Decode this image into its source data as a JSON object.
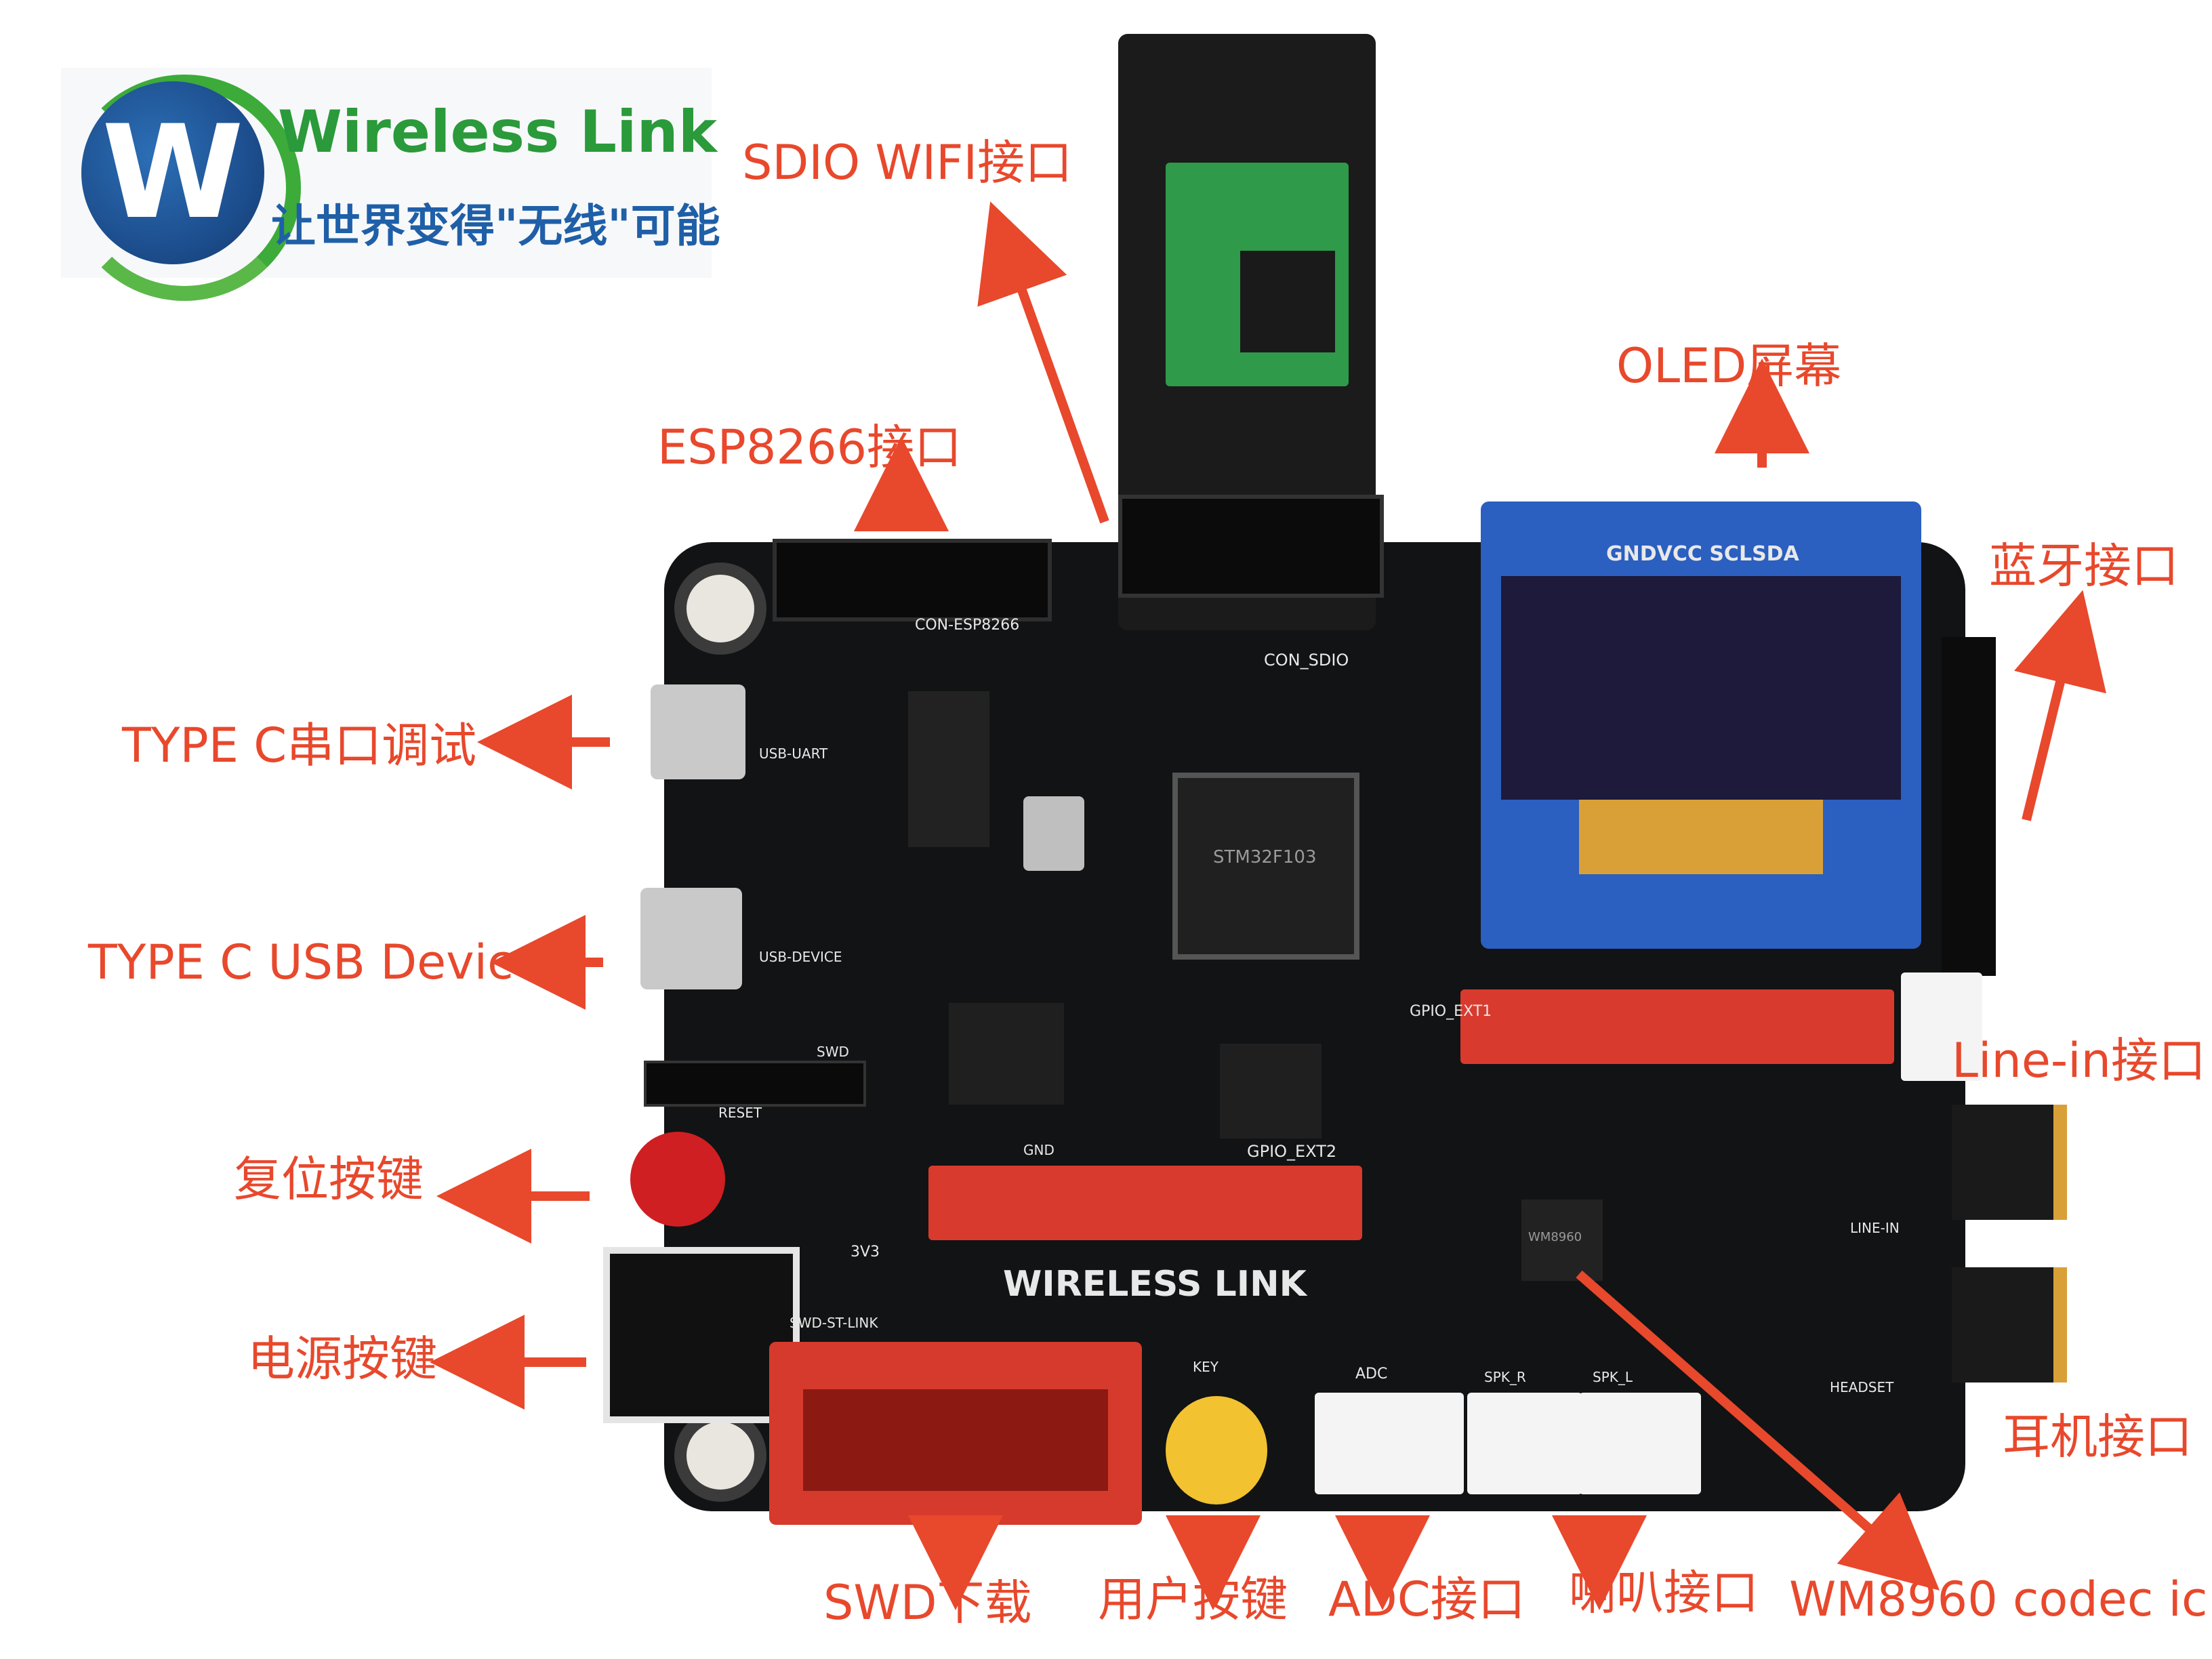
{
  "logo": {
    "brand": "Wireless Link",
    "slogan": "让世界变得\"无线\"可能",
    "icon": "w-circle-logo-icon"
  },
  "callouts": {
    "sdio_wifi": "SDIO WIFI接口",
    "esp8266": "ESP8266接口",
    "oled": "OLED屏幕",
    "bluetooth": "蓝牙接口",
    "typec_uart": "TYPE C串口调试",
    "typec_usb": "TYPE C USB Device",
    "line_in": "Line-in接口",
    "reset_key": "复位按键",
    "power_key": "电源按键",
    "earphone": "耳机接口",
    "swd": "SWD下载",
    "user_key": "用户按键",
    "adc": "ADC接口",
    "speaker": "喇叭接口",
    "codec": "WM8960 codec ic"
  },
  "board_silk": {
    "brand": "WIRELESS LINK",
    "oled_pins": "GNDVCC SCLSDA",
    "con_esp": "CON-ESP8266",
    "con_sdio": "CON_SDIO",
    "gpio_ext1": "GPIO_EXT1",
    "gpio_ext2": "GPIO_EXT2",
    "gnd": "GND",
    "swd": "SWD",
    "reset": "RESET",
    "v3v3": "3V3",
    "swd_st_link": "SWD-ST-LINK",
    "key": "KEY",
    "adc": "ADC",
    "spk_r": "SPK_R",
    "spk_l": "SPK_L",
    "line_in": "LINE-IN",
    "headset": "HEADSET",
    "usb_uart": "USB-UART",
    "usb_device": "USB-DEVICE",
    "mcu": "STM32F103",
    "codec_chip": "WM8960"
  },
  "colors": {
    "callout": "#e8482c",
    "pcb": "#121314",
    "header_red": "#d93a2e",
    "oled_blue": "#2b5fc0"
  }
}
